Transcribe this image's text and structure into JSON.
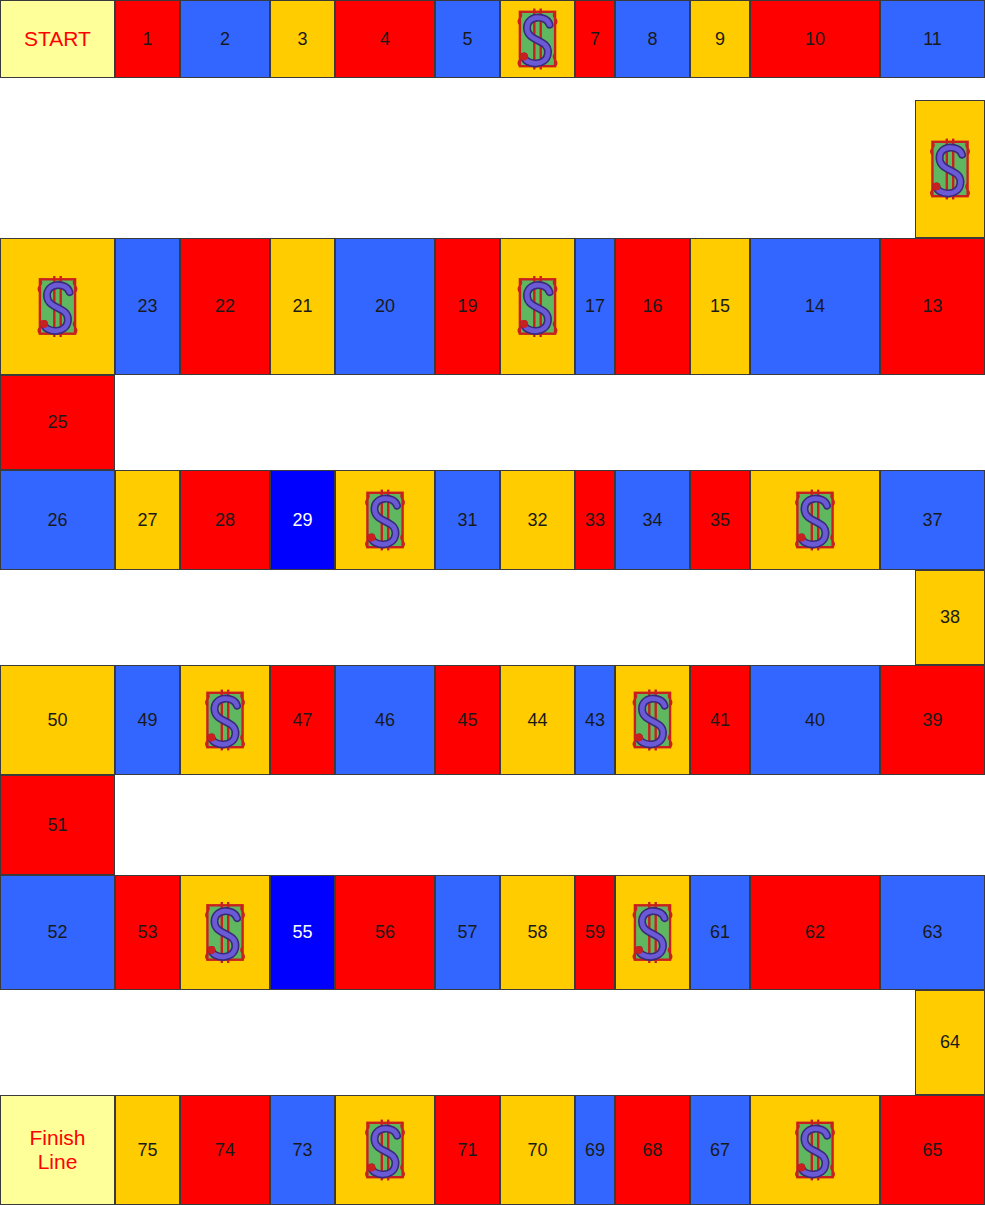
{
  "diagram": {
    "nodes": [
      {
        "text": [
          "START"
        ]
      },
      {
        "text": [
          "1"
        ]
      },
      {
        "text": [
          "2"
        ]
      },
      {
        "text": [
          "3"
        ]
      },
      {
        "text": [
          "4"
        ]
      },
      {
        "text": [
          "5"
        ]
      },
      {
        "text": [
          "7"
        ]
      },
      {
        "text": [
          "8"
        ]
      },
      {
        "text": [
          "9"
        ]
      },
      {
        "text": [
          "10"
        ]
      },
      {
        "text": [
          "11"
        ]
      },
      {
        "text": [
          "13"
        ]
      },
      {
        "text": [
          "14"
        ]
      },
      {
        "text": [
          "15"
        ]
      },
      {
        "text": [
          "16"
        ]
      },
      {
        "text": [
          "17"
        ]
      },
      {
        "text": [
          "19"
        ]
      },
      {
        "text": [
          "20"
        ]
      },
      {
        "text": [
          "21"
        ]
      },
      {
        "text": [
          "22"
        ]
      },
      {
        "text": [
          "23"
        ]
      },
      {
        "text": [
          "25"
        ]
      },
      {
        "text": [
          "26"
        ]
      },
      {
        "text": [
          "27"
        ]
      },
      {
        "text": [
          "28"
        ]
      },
      {
        "text": [
          "29"
        ]
      },
      {
        "text": [
          "31"
        ]
      },
      {
        "text": [
          "32"
        ]
      },
      {
        "text": [
          "33"
        ]
      },
      {
        "text": [
          "34"
        ]
      },
      {
        "text": [
          "35"
        ]
      },
      {
        "text": [
          "37"
        ]
      },
      {
        "text": [
          "38"
        ]
      },
      {
        "text": [
          "39"
        ]
      },
      {
        "text": [
          "40"
        ]
      },
      {
        "text": [
          "41"
        ]
      },
      {
        "text": [
          "43"
        ]
      },
      {
        "text": [
          "44"
        ]
      },
      {
        "text": [
          "45"
        ]
      },
      {
        "text": [
          "46"
        ]
      },
      {
        "text": [
          "47"
        ]
      },
      {
        "text": [
          "49"
        ]
      },
      {
        "text": [
          "50"
        ]
      },
      {
        "text": [
          "51"
        ]
      },
      {
        "text": [
          "52"
        ]
      },
      {
        "text": [
          "53"
        ]
      },
      {
        "text": [
          "55"
        ]
      },
      {
        "text": [
          "56"
        ]
      },
      {
        "text": [
          "57"
        ]
      },
      {
        "text": [
          "58"
        ]
      },
      {
        "text": [
          "59"
        ]
      },
      {
        "text": [
          "61"
        ]
      },
      {
        "text": [
          "62"
        ]
      },
      {
        "text": [
          "63"
        ]
      },
      {
        "text": [
          "64"
        ]
      },
      {
        "text": [
          "65"
        ]
      },
      {
        "text": [
          "67"
        ]
      },
      {
        "text": [
          "68"
        ]
      },
      {
        "text": [
          "69"
        ]
      },
      {
        "text": [
          "70"
        ]
      },
      {
        "text": [
          "71"
        ]
      },
      {
        "text": [
          "73"
        ]
      },
      {
        "text": [
          "74"
        ]
      },
      {
        "text": [
          "75"
        ]
      },
      {
        "text": [
          "Finish Line"
        ]
      }
    ]
  }
}
